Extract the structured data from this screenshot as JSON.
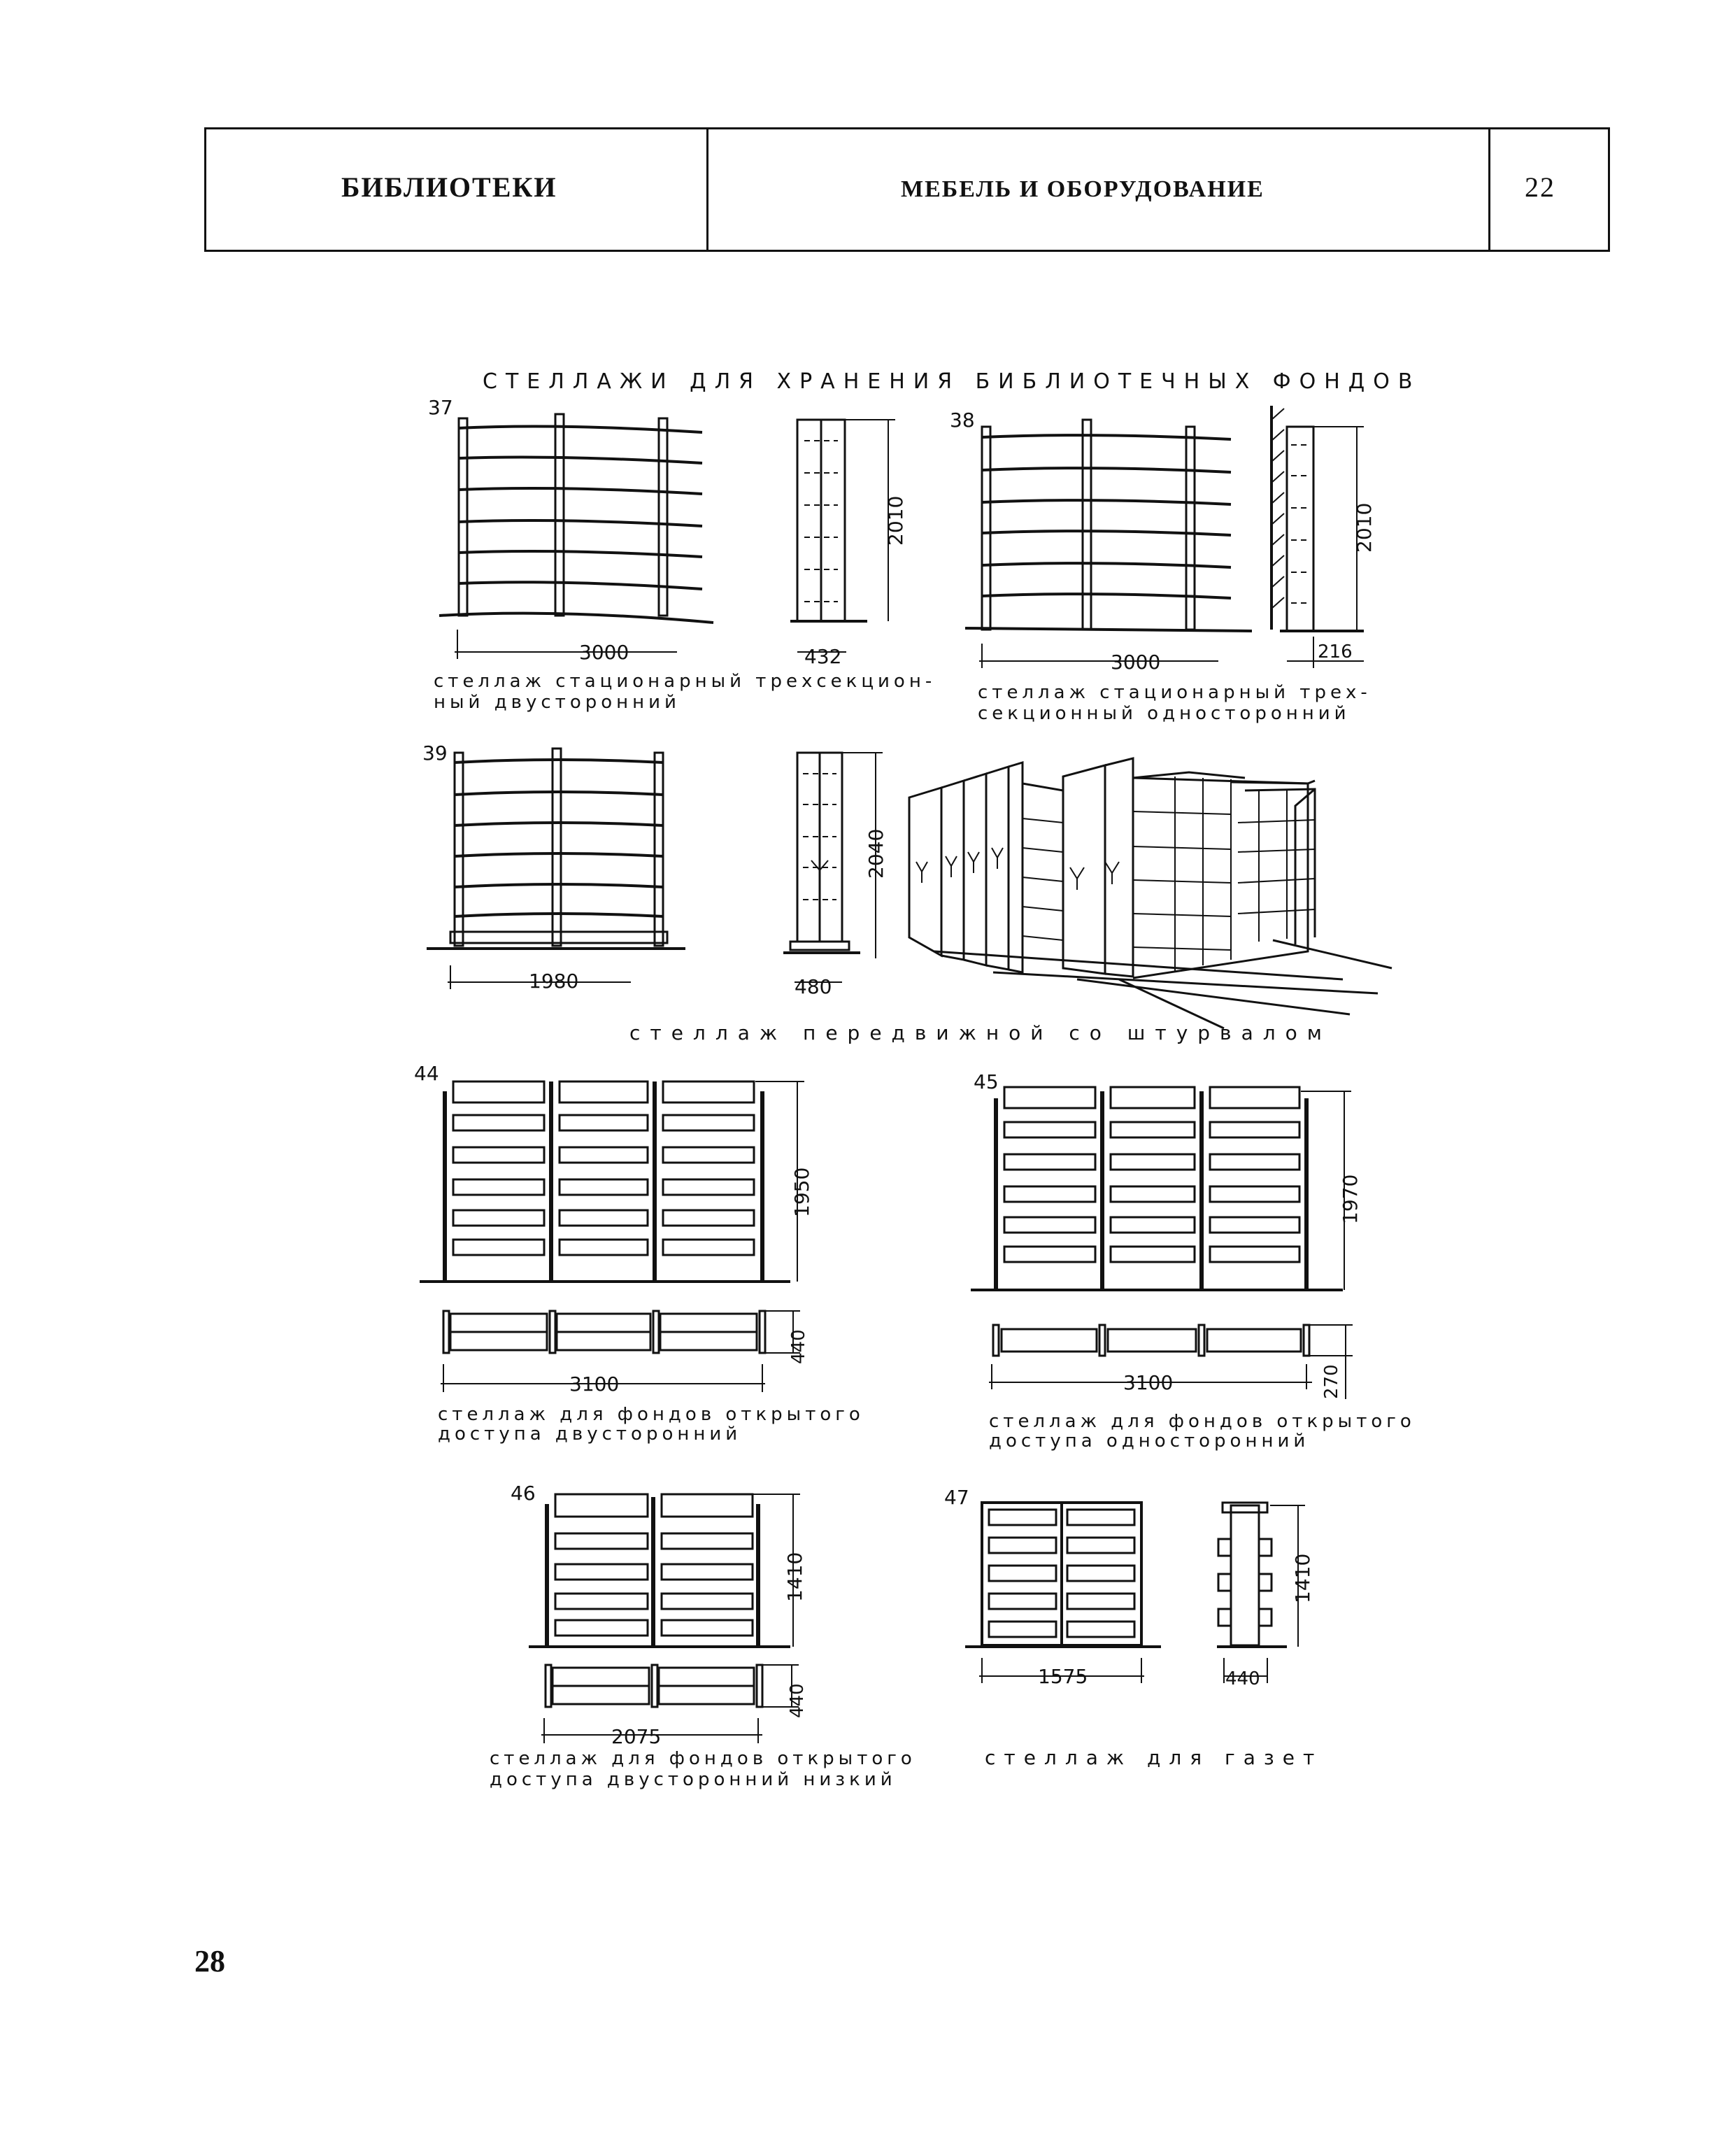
{
  "header": {
    "section": "БИБЛИОТЕКИ",
    "topic": "МЕБЕЛЬ И ОБОРУДОВАНИЕ",
    "sheet_no": "22"
  },
  "title": "СТЕЛЛАЖИ ДЛЯ ХРАНЕНИЯ БИБЛИОТЕЧНЫХ ФОНДОВ",
  "figures": [
    {
      "id": "37",
      "dims": [
        "3000",
        "432",
        "2010"
      ],
      "caption": [
        "стеллаж стационарный трехсекцион-",
        "ный двусторонний"
      ]
    },
    {
      "id": "38",
      "dims": [
        "3000",
        "216",
        "2010"
      ],
      "caption": [
        "стеллаж стационарный трех-",
        "секционный односторонний"
      ]
    },
    {
      "id": "39",
      "dims": [
        "1980",
        "480",
        "2040"
      ],
      "caption": [
        "стеллаж передвижной со штурвалом"
      ]
    },
    {
      "id": "44",
      "dims": [
        "1950",
        "440",
        "3100"
      ],
      "caption": [
        "стеллаж для фондов открытого",
        "доступа двусторонний"
      ]
    },
    {
      "id": "45",
      "dims": [
        "1970",
        "3100",
        "270"
      ],
      "caption": [
        "стеллаж для фондов открытого",
        "доступа односторонний"
      ]
    },
    {
      "id": "46",
      "dims": [
        "1410",
        "440",
        "2075"
      ],
      "caption": [
        "стеллаж для фондов открытого",
        "доступа двусторонний низкий"
      ]
    },
    {
      "id": "47",
      "dims": [
        "1410",
        "1575",
        "440"
      ],
      "caption": [
        "стеллаж для газет"
      ]
    }
  ],
  "page_number": "28"
}
